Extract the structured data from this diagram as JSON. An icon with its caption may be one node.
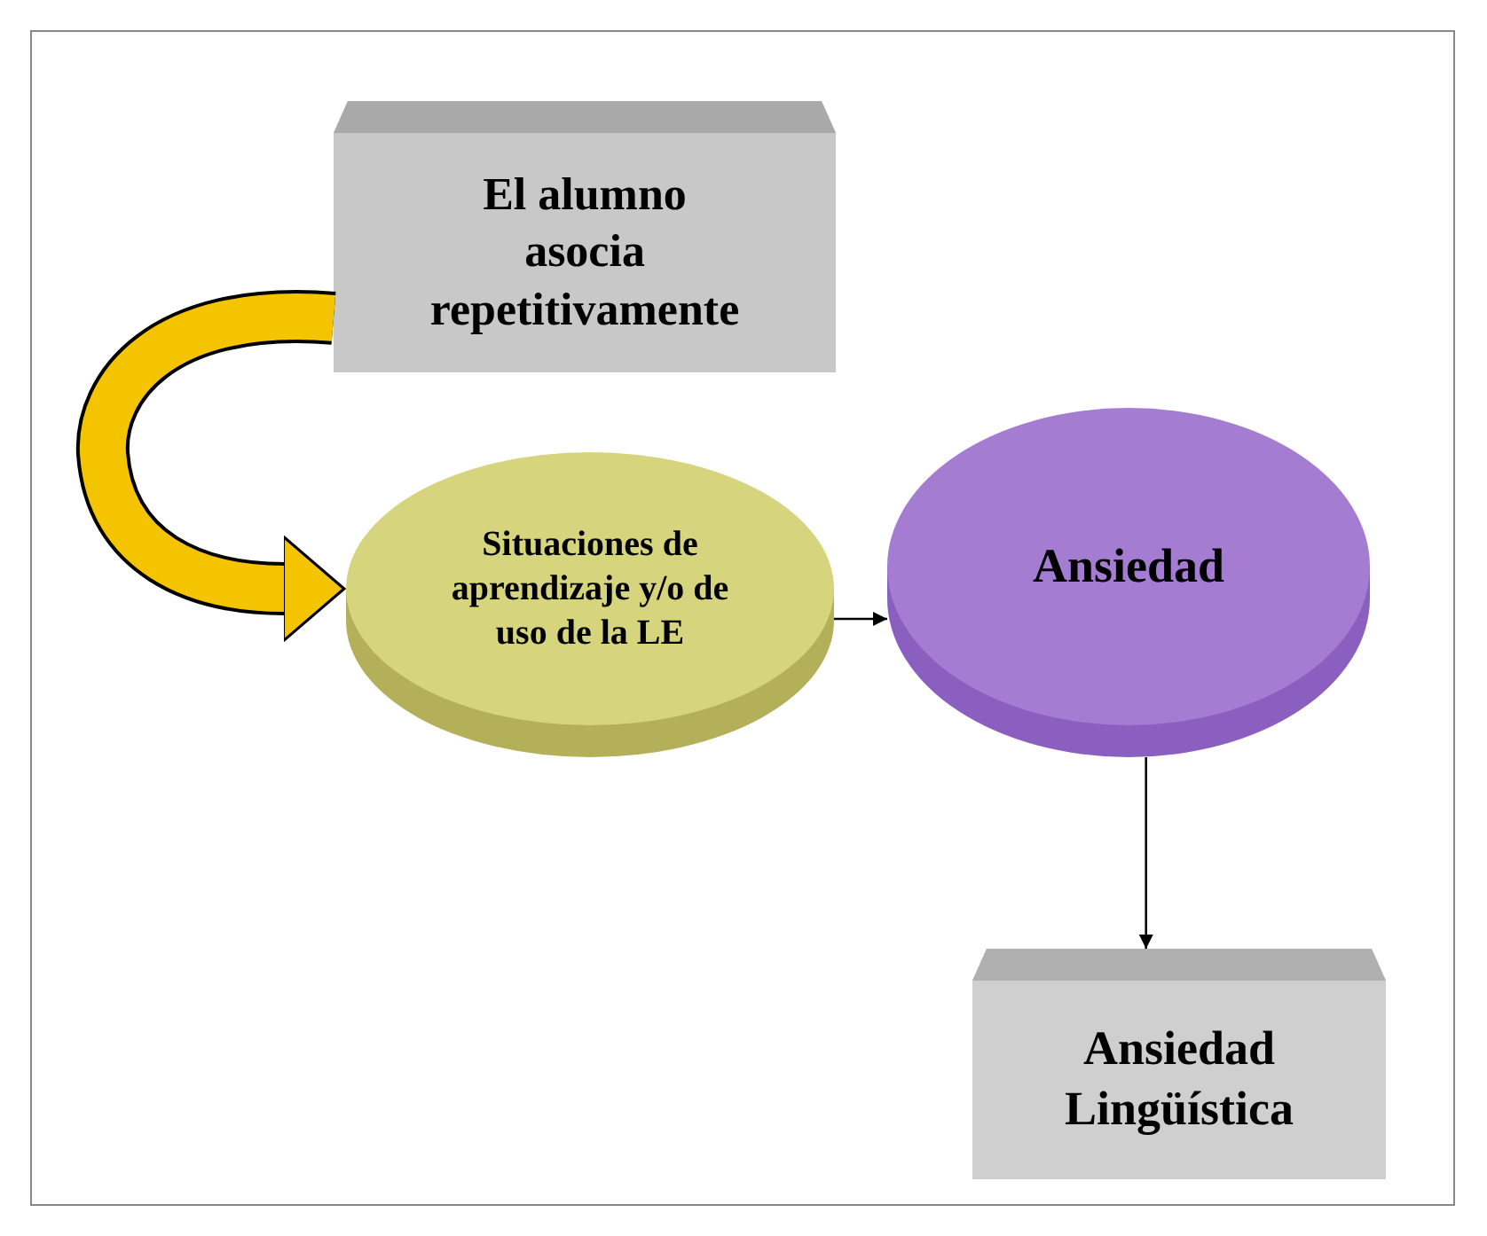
{
  "diagram": {
    "nodes": [
      {
        "text": [
          "El alumno asocia repetitivamente"
        ]
      },
      {
        "text": [
          "Situaciones de aprendizaje y/o de uso de la LE"
        ]
      },
      {
        "text": [
          "Ansiedad"
        ]
      },
      {
        "text": [
          "Ansiedad Lingüística"
        ]
      }
    ],
    "edges": [
      {
        "from": 0,
        "to": 1,
        "arrow": "to",
        "style": "thick",
        "color": "#f5c400"
      },
      {
        "from": 1,
        "to": 2,
        "arrow": "to"
      },
      {
        "from": 2,
        "to": 3,
        "arrow": "to"
      }
    ]
  }
}
